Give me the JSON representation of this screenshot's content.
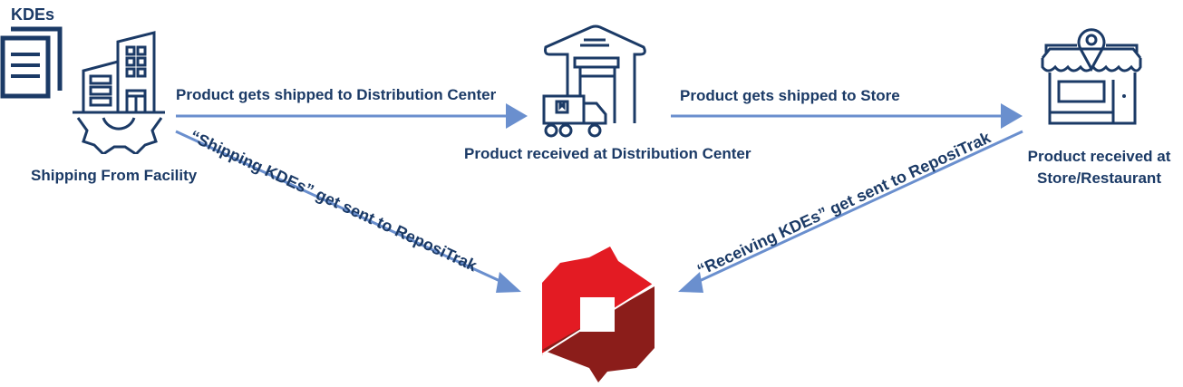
{
  "title": "KDE data flow to ReposiTrak",
  "colors": {
    "navy": "#1b3a66",
    "arrow": "#6a8fce",
    "logo_red": "#e31b23",
    "logo_dark_red": "#8b1d1a"
  },
  "nodes": {
    "kdes": {
      "label": "KDEs",
      "icon": "documents-icon"
    },
    "facility": {
      "label": "Shipping From Facility",
      "icon": "factory-gear-icon"
    },
    "distribution": {
      "label": "Product received at Distribution Center",
      "icon": "warehouse-truck-icon"
    },
    "store": {
      "label_line1": "Product received at",
      "label_line2": "Store/Restaurant",
      "icon": "storefront-pin-icon"
    },
    "repositrak": {
      "icon": "repositrak-logo"
    }
  },
  "edges": {
    "to_dc": {
      "label": "Product gets shipped to Distribution Center"
    },
    "to_store": {
      "label": "Product gets shipped to Store"
    },
    "shipping_kdes": {
      "label": "“Shipping KDEs” get sent to ReposiTrak"
    },
    "receiving_kdes": {
      "label": "“Receiving KDEs” get sent to ReposiTrak"
    }
  }
}
